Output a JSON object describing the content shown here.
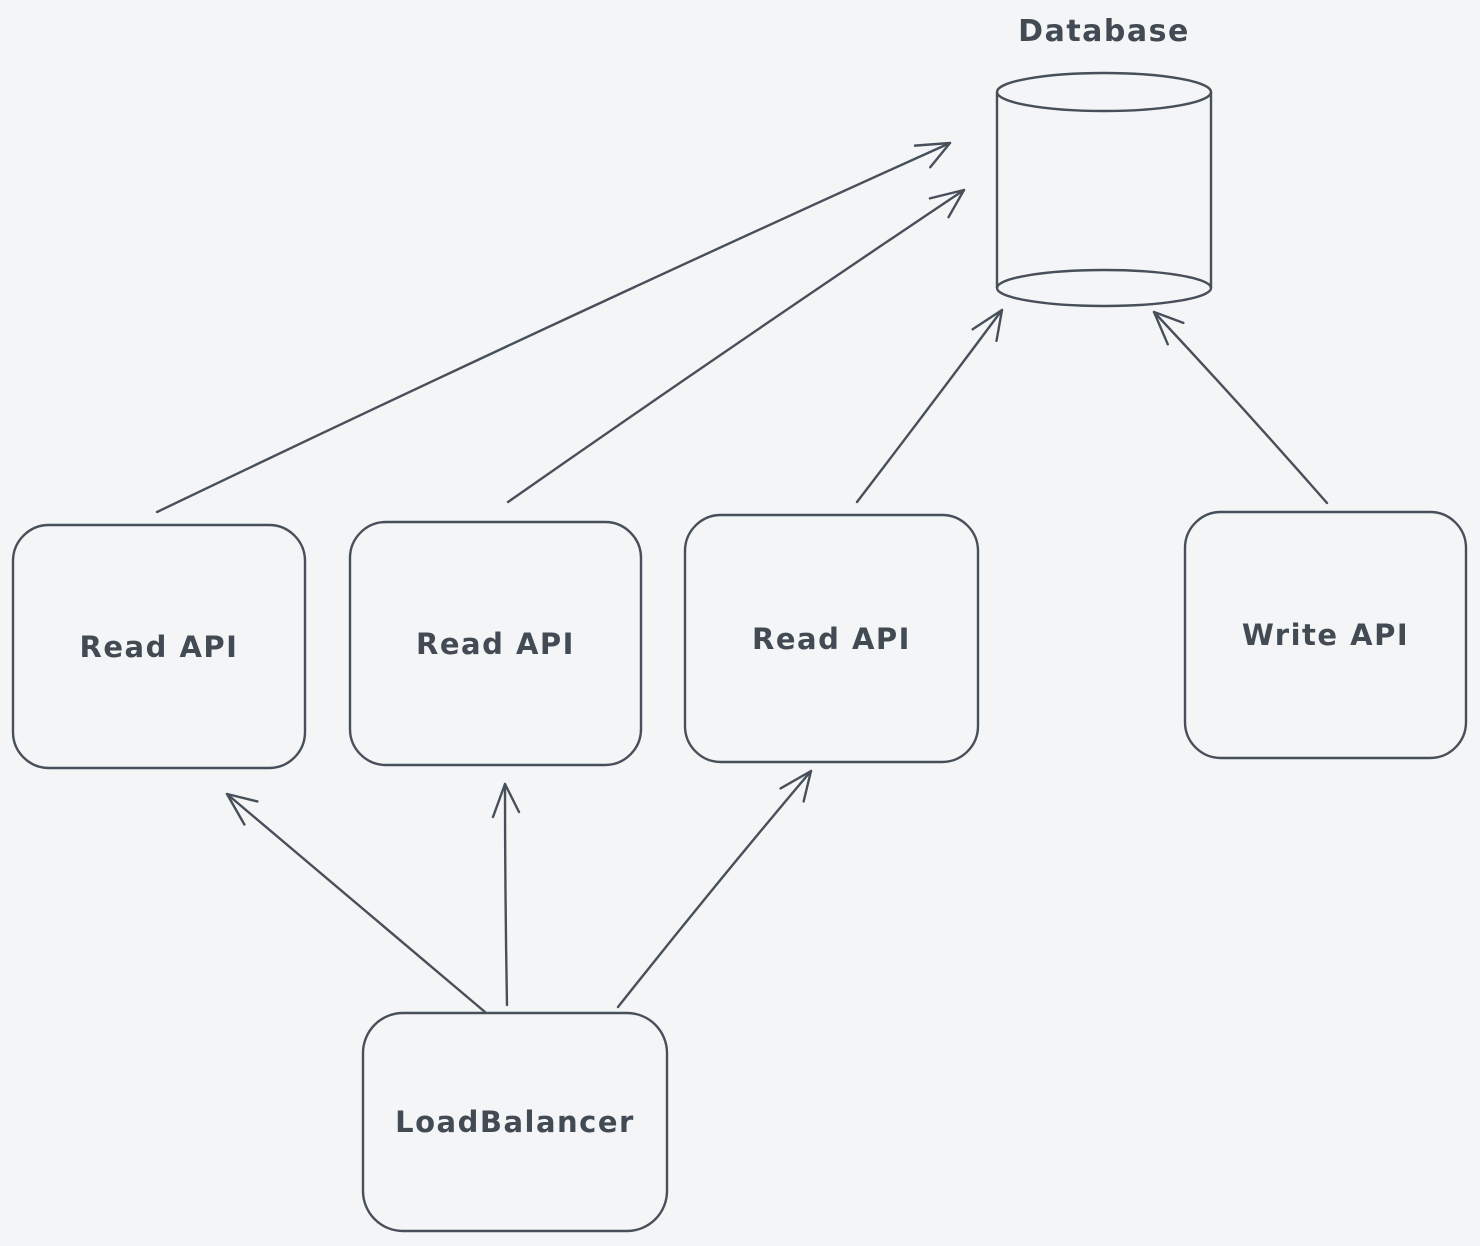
{
  "diagram": {
    "colors": {
      "stroke": "#47505a",
      "background": "#f4f5f6",
      "text": "#424a54"
    },
    "nodes": [
      {
        "id": "database",
        "shape": "cylinder",
        "label": "Database"
      },
      {
        "id": "read-api-1",
        "shape": "rounded-rectangle",
        "label": "Read API"
      },
      {
        "id": "read-api-2",
        "shape": "rounded-rectangle",
        "label": "Read API"
      },
      {
        "id": "read-api-3",
        "shape": "rounded-rectangle",
        "label": "Read API"
      },
      {
        "id": "write-api",
        "shape": "rounded-rectangle",
        "label": "Write API"
      },
      {
        "id": "load-balancer",
        "shape": "rounded-rectangle",
        "label": "LoadBalancer"
      }
    ],
    "edges": [
      {
        "from": "read-api-1",
        "to": "database",
        "style": "arrow"
      },
      {
        "from": "read-api-2",
        "to": "database",
        "style": "arrow"
      },
      {
        "from": "read-api-3",
        "to": "database",
        "style": "arrow"
      },
      {
        "from": "write-api",
        "to": "database",
        "style": "arrow"
      },
      {
        "from": "load-balancer",
        "to": "read-api-1",
        "style": "arrow"
      },
      {
        "from": "load-balancer",
        "to": "read-api-2",
        "style": "arrow"
      },
      {
        "from": "load-balancer",
        "to": "read-api-3",
        "style": "arrow"
      }
    ]
  }
}
